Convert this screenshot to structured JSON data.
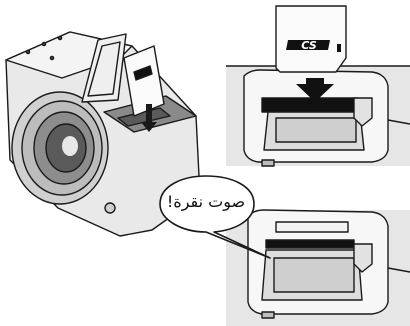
{
  "callout": {
    "text": "صوت نقرة!"
  },
  "card": {
    "logo_text": "CS",
    "small_marks": [
      "ⅠⅠ"
    ]
  },
  "colors": {
    "line": "#1a1a1a",
    "fill_light": "#f2f2f2",
    "fill_mid": "#d6d6d6",
    "fill_dark": "#9a9a9a",
    "black": "#111111"
  }
}
